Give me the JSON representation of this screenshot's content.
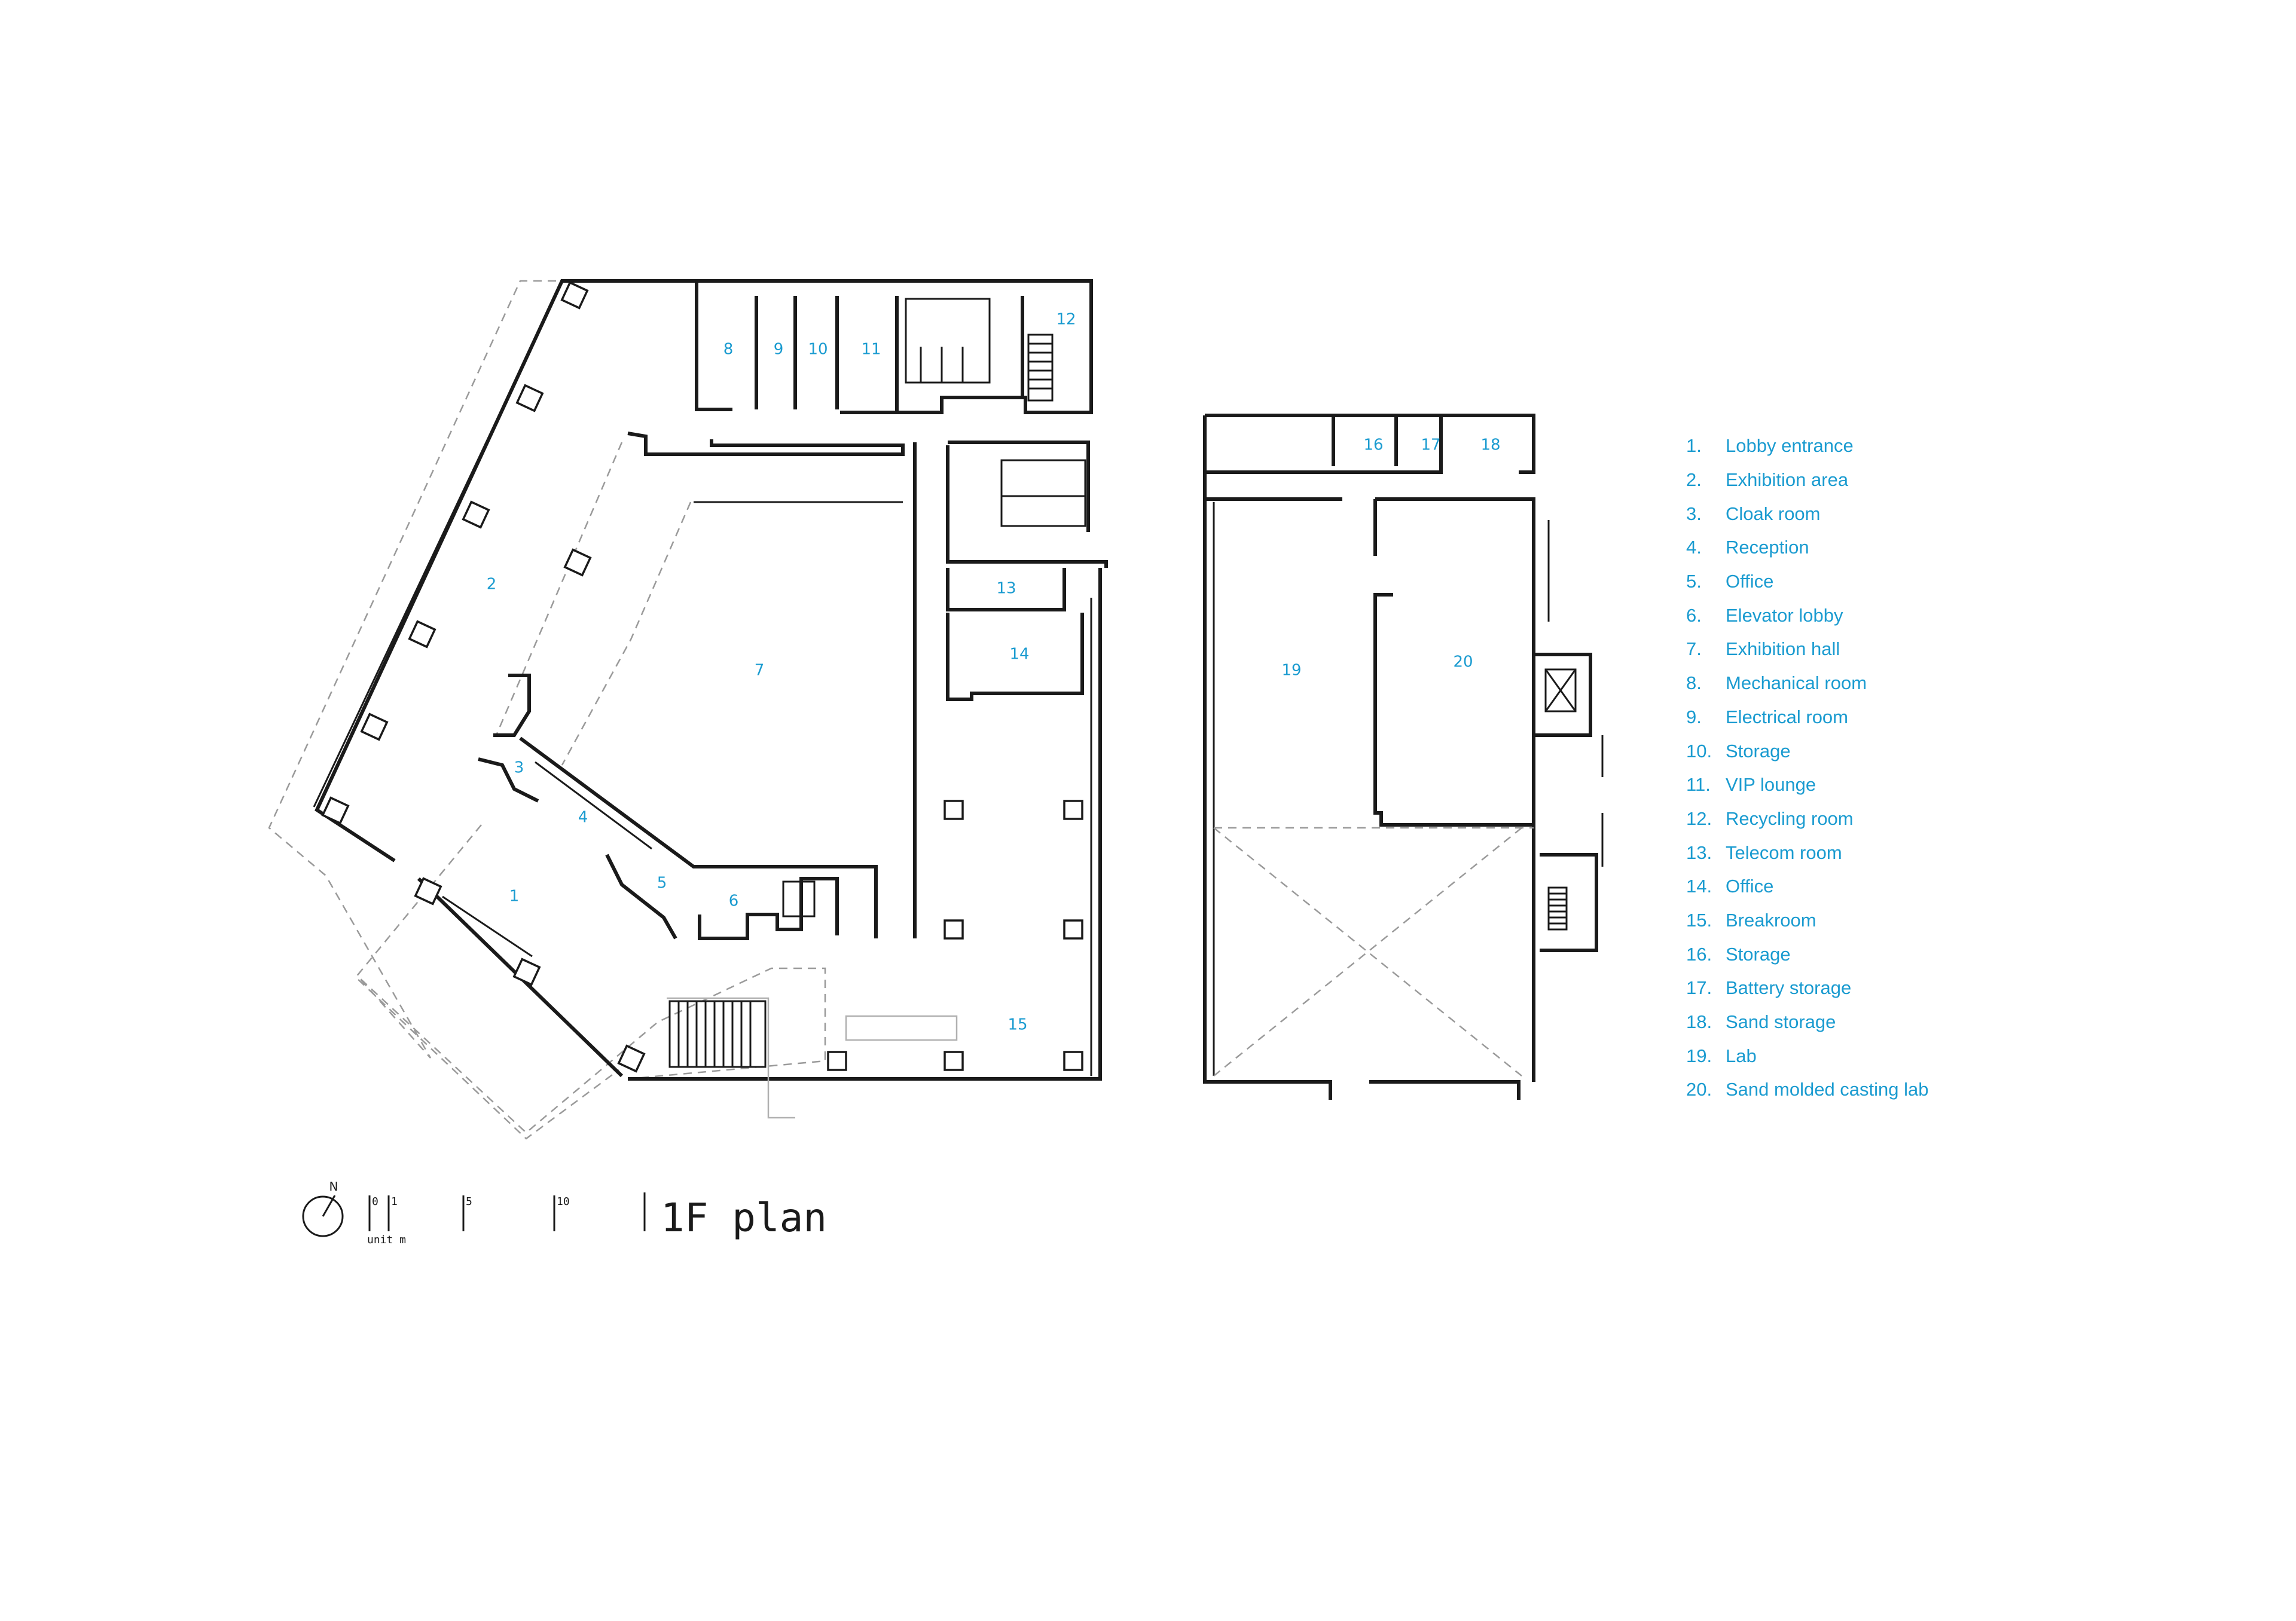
{
  "drawing": {
    "title": "1F plan",
    "north_label": "N",
    "scale": {
      "ticks": [
        "0",
        "1",
        "5",
        "10"
      ],
      "unit_label": "unit m"
    }
  },
  "rooms": [
    {
      "num": "1",
      "name": "Lobby entrance"
    },
    {
      "num": "2",
      "name": "Exhibition area"
    },
    {
      "num": "3",
      "name": "Cloak room"
    },
    {
      "num": "4",
      "name": "Reception"
    },
    {
      "num": "5",
      "name": "Office"
    },
    {
      "num": "6",
      "name": "Elevator lobby"
    },
    {
      "num": "7",
      "name": "Exhibition hall"
    },
    {
      "num": "8",
      "name": "Mechanical room"
    },
    {
      "num": "9",
      "name": "Electrical room"
    },
    {
      "num": "10",
      "name": "Storage"
    },
    {
      "num": "11",
      "name": "VIP lounge"
    },
    {
      "num": "12",
      "name": "Recycling room"
    },
    {
      "num": "13",
      "name": "Telecom room"
    },
    {
      "num": "14",
      "name": "Office"
    },
    {
      "num": "15",
      "name": "Breakroom"
    },
    {
      "num": "16",
      "name": "Storage"
    },
    {
      "num": "17",
      "name": "Battery storage"
    },
    {
      "num": "18",
      "name": "Sand storage"
    },
    {
      "num": "19",
      "name": "Lab"
    },
    {
      "num": "20",
      "name": "Sand molded casting lab"
    }
  ],
  "colors": {
    "label_blue": "#1a9bd0",
    "line": "#1a1a1a",
    "dashed": "#9a9a9a"
  }
}
